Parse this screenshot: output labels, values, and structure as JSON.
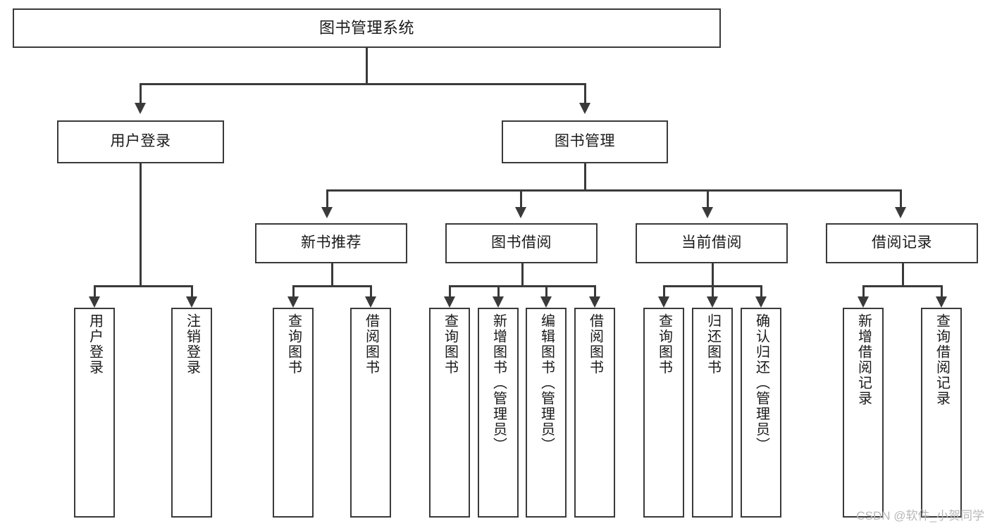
{
  "diagram": {
    "title": "图书管理系统",
    "watermark": "CSDN @软件_小贺同学",
    "colors": {
      "stroke": "#3a3a3a",
      "fill": "#ffffff",
      "text": "#1a1a1a",
      "watermark": "#b8b8b8"
    }
  },
  "level1": {
    "root": {
      "label": "图书管理系统"
    }
  },
  "level2": {
    "nodes": [
      {
        "label": "用户登录"
      },
      {
        "label": "图书管理"
      }
    ]
  },
  "level3": {
    "nodes": [
      {
        "label": "新书推荐"
      },
      {
        "label": "图书借阅"
      },
      {
        "label": "当前借阅"
      },
      {
        "label": "借阅记录"
      }
    ]
  },
  "level4": {
    "user_login_children": [
      {
        "label": "用户登录"
      },
      {
        "label": "注销登录"
      }
    ],
    "new_book_children": [
      {
        "label": "查询图书"
      },
      {
        "label": "借阅图书"
      }
    ],
    "book_borrow_children": [
      {
        "label": "查询图书"
      },
      {
        "label": "新增图书（管理员）"
      },
      {
        "label": "编辑图书（管理员）"
      },
      {
        "label": "借阅图书"
      }
    ],
    "current_borrow_children": [
      {
        "label": "查询图书"
      },
      {
        "label": "归还图书"
      },
      {
        "label": "确认归还（管理员）"
      }
    ],
    "borrow_record_children": [
      {
        "label": "新增借阅记录"
      },
      {
        "label": "查询借阅记录"
      }
    ]
  }
}
